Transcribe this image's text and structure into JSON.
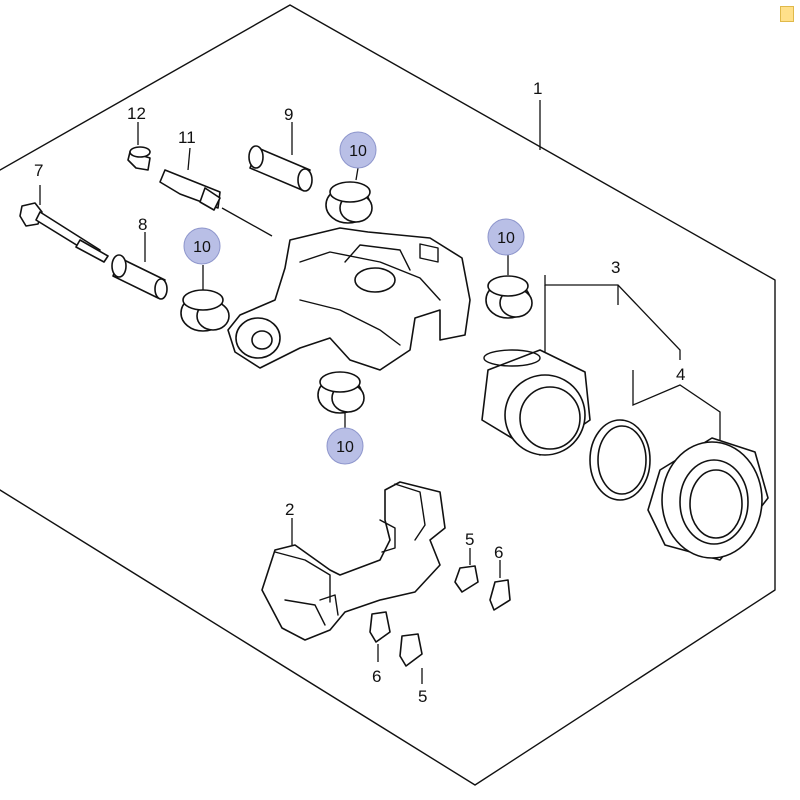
{
  "diagram": {
    "callouts": {
      "assembly": "1",
      "bracket": "2",
      "piston": "3",
      "seal_set": "4",
      "pad_clip_a": "5",
      "pad_clip_b": "5",
      "shim_a": "6",
      "shim_b": "6",
      "bolt": "7",
      "sleeve": "8",
      "pin": "9",
      "bleeder": "11",
      "cap": "12"
    },
    "highlighted_callouts": {
      "boot_top": "10",
      "boot_left": "10",
      "boot_right": "10",
      "boot_bottom": "10"
    },
    "colors": {
      "highlight_fill": "#b9bfe6",
      "note_marker": "#ffe08a",
      "line": "#111111"
    }
  }
}
